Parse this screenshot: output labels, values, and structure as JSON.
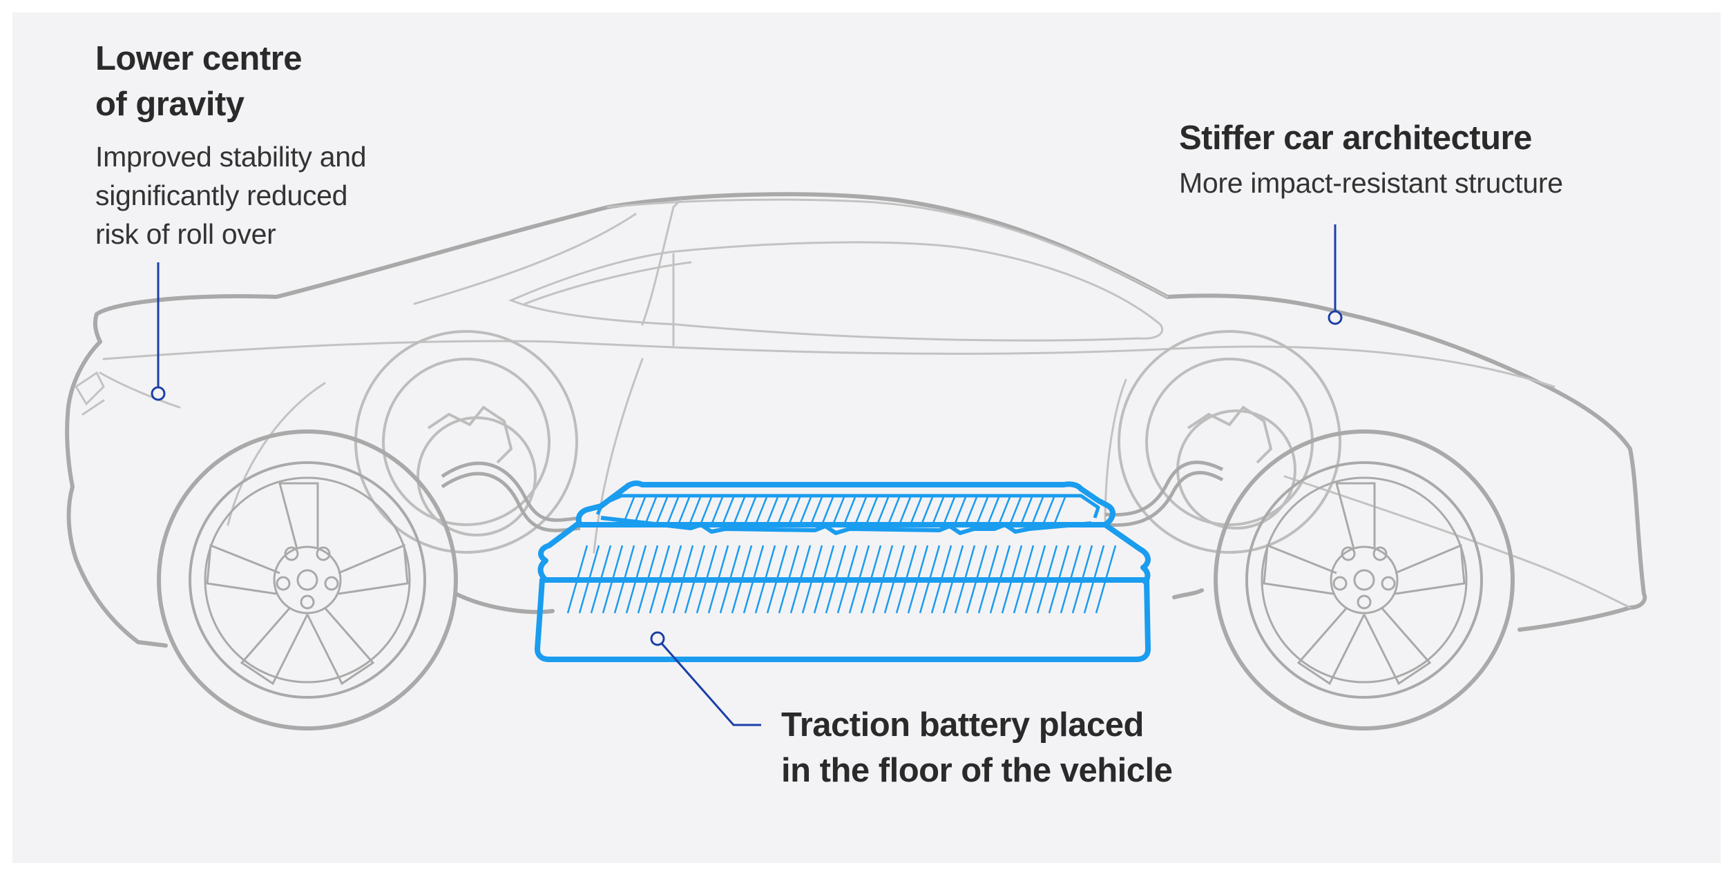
{
  "callouts": {
    "gravity": {
      "title": "Lower centre\nof gravity",
      "description": "Improved stability and\nsignificantly reduced\nrisk of roll over"
    },
    "architecture": {
      "title": "Stiffer car architecture",
      "description": "More impact-resistant structure"
    },
    "battery": {
      "title": "Traction battery placed\nin the floor of the vehicle"
    }
  },
  "colors": {
    "background": "#f3f3f5",
    "car_outline": "#aaaaaa",
    "battery": "#1a9cef",
    "callout_line": "#1b3fa8",
    "text": "#2a2a2a"
  }
}
